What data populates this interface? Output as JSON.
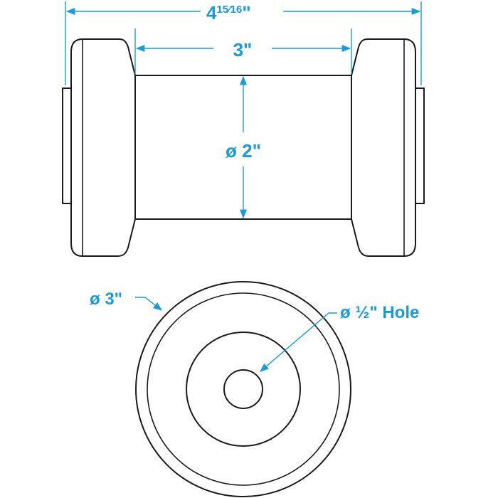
{
  "diagram": {
    "colors": {
      "dimension": "#1a9bd7",
      "outline": "#1a1a1a",
      "background": "#ffffff"
    },
    "labels": {
      "overall_length": "4",
      "overall_length_fraction": "15⁄16",
      "overall_length_unit": "\"",
      "center_length": "3\"",
      "center_diameter": "ø 2\"",
      "outer_diameter": "ø 3\"",
      "hole_diameter": "ø ½\" Hole"
    }
  }
}
